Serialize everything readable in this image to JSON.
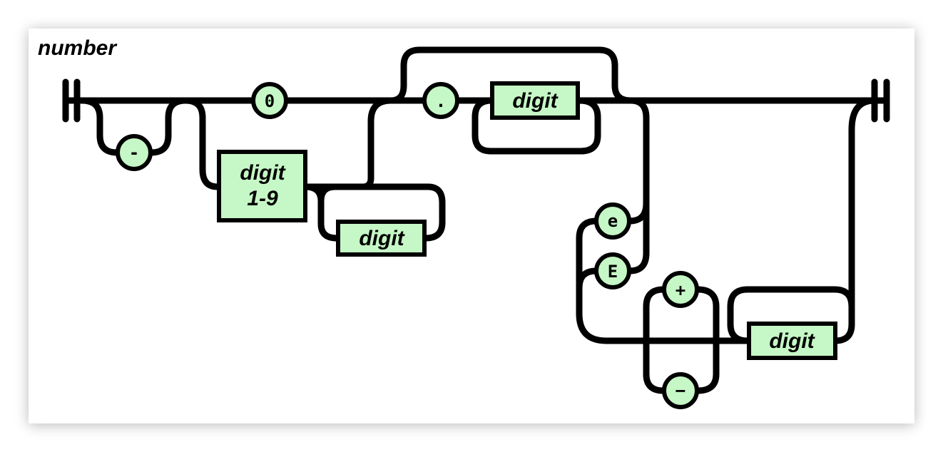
{
  "diagram": {
    "title": "number",
    "colors": {
      "node_fill": "#c6f7c6",
      "track": "#000000",
      "background": "#ffffff"
    },
    "nodes": {
      "minus_sign": "-",
      "zero": "0",
      "digit_1_9_line1": "digit",
      "digit_1_9_line2": "1-9",
      "int_digit": "digit",
      "decimal_point": ".",
      "frac_digit": "digit",
      "exp_lower": "e",
      "exp_upper": "E",
      "plus_sign": "+",
      "exp_minus": "−",
      "exp_digit": "digit"
    }
  }
}
